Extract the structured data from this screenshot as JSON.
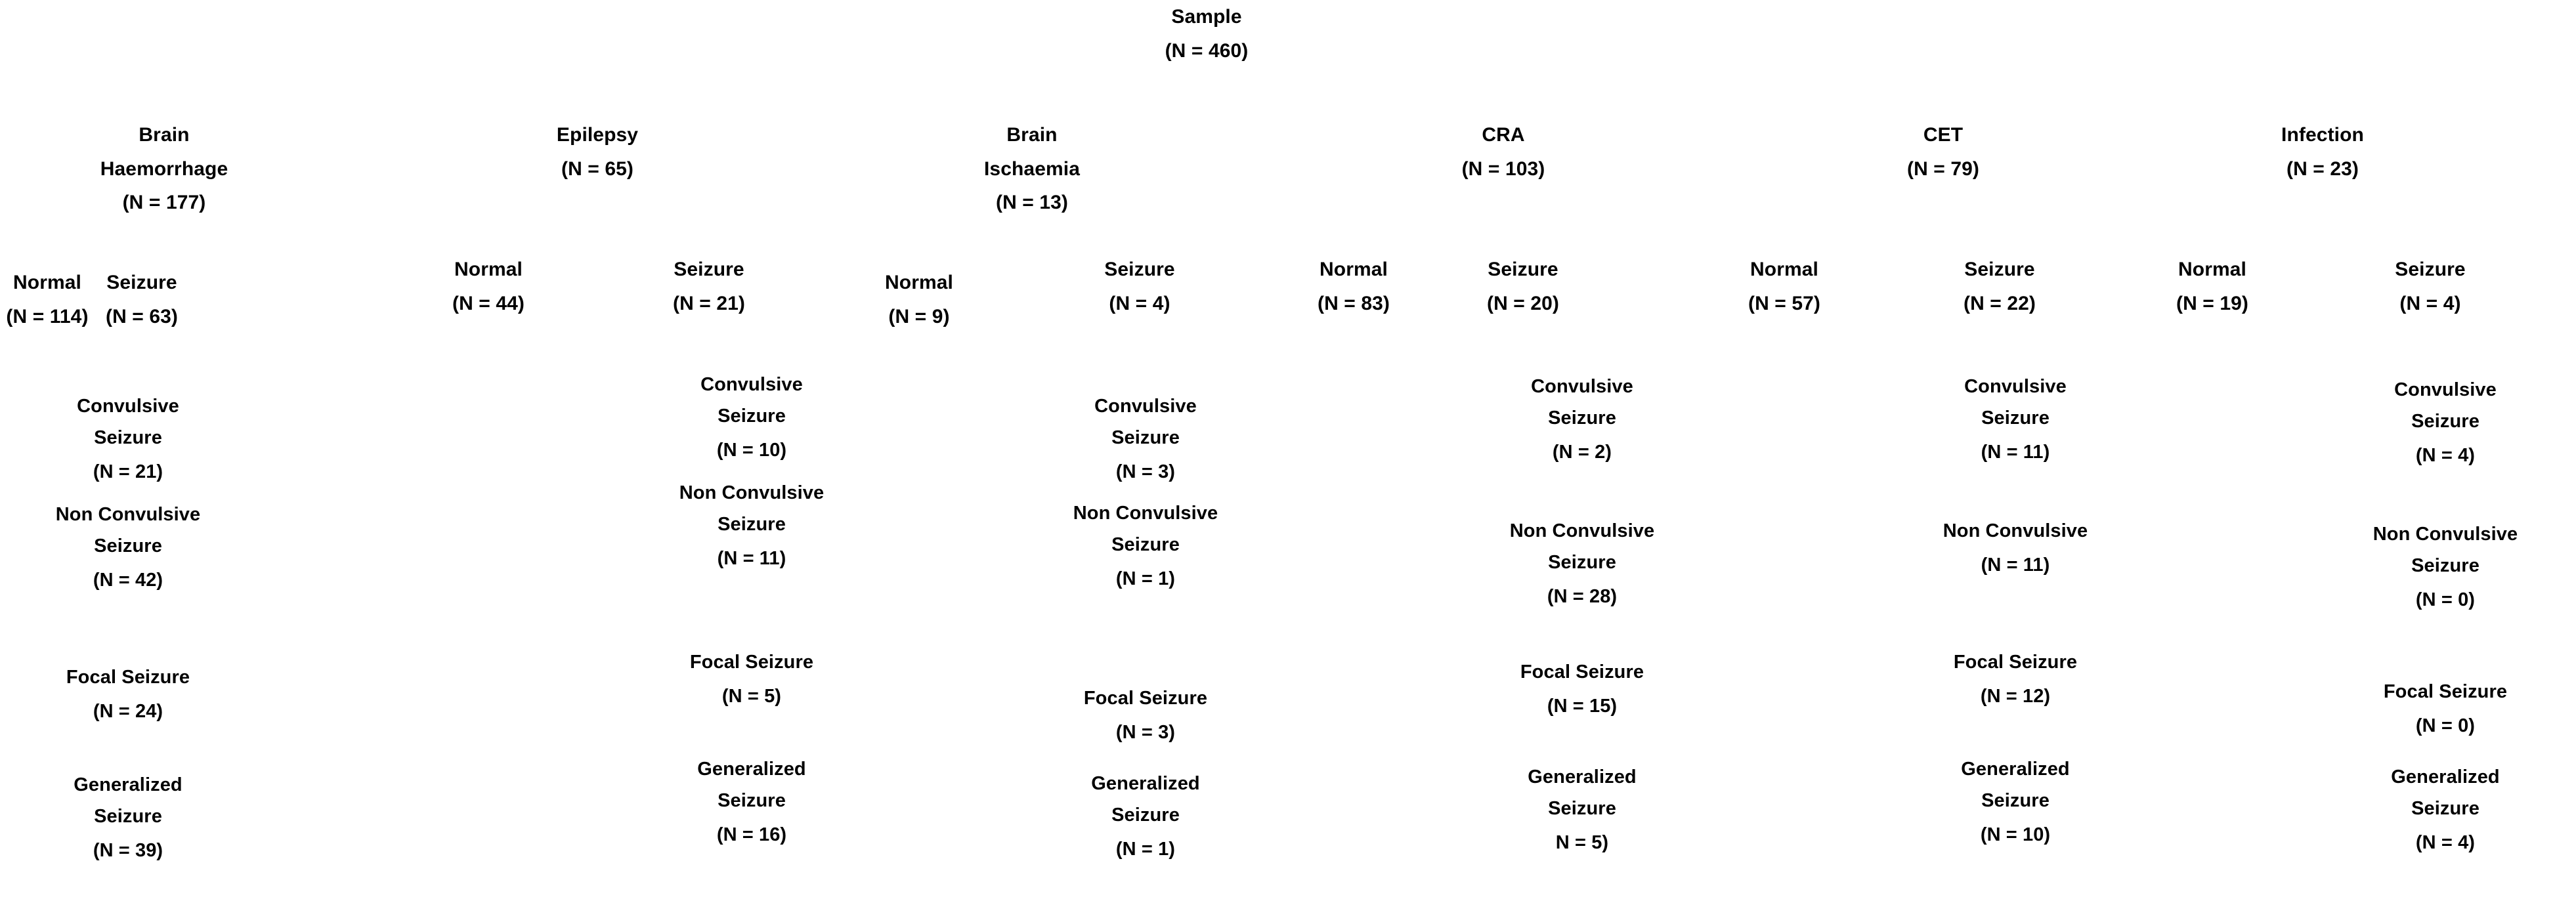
{
  "diagram": {
    "type": "hierarchy-flow-tree",
    "root": {
      "label": "Sample",
      "count": "(N = 460)"
    },
    "level_labels": {
      "normal": "Normal",
      "seizure": "Seizure",
      "convulsive_seizure_l1": "Convulsive",
      "convulsive_seizure_l2": "Seizure",
      "non_convulsive_l1": "Non Convulsive",
      "non_convulsive_l2": "Seizure",
      "focal_seizure": "Focal Seizure",
      "generalized_l1": "Generalized",
      "generalized_l2": "Seizure"
    },
    "groups": [
      {
        "id": "brain-haemorrhage",
        "title_line1": "Brain",
        "title_line2": "Haemorrhage",
        "count": "(N = 177)",
        "normal": {
          "label": "Normal",
          "count": "(N = 114)"
        },
        "seizure": {
          "label": "Seizure",
          "count": "(N = 63)"
        },
        "leaves": [
          {
            "id": "convulsive-seizure",
            "line1": "Convulsive",
            "line2": "Seizure",
            "count": "(N = 21)"
          },
          {
            "id": "non-convulsive-seizure",
            "line1": "Non Convulsive",
            "line2": "Seizure",
            "count": "(N = 42)"
          },
          {
            "id": "focal-seizure",
            "line1": "Focal Seizure",
            "line2": "",
            "count": "(N = 24)"
          },
          {
            "id": "generalized-seizure",
            "line1": "Generalized",
            "line2": "Seizure",
            "count": "(N = 39)"
          }
        ]
      },
      {
        "id": "epilepsy",
        "title_line1": "Epilepsy",
        "title_line2": "",
        "count": "(N = 65)",
        "normal": {
          "label": "Normal",
          "count": "(N = 44)"
        },
        "seizure": {
          "label": "Seizure",
          "count": "(N = 21)"
        },
        "leaves": [
          {
            "id": "convulsive-seizure",
            "line1": "Convulsive",
            "line2": "Seizure",
            "count": "(N = 10)"
          },
          {
            "id": "non-convulsive-seizure",
            "line1": "Non Convulsive",
            "line2": "Seizure",
            "count": "(N = 11)"
          },
          {
            "id": "focal-seizure",
            "line1": "Focal Seizure",
            "line2": "",
            "count": "(N = 5)"
          },
          {
            "id": "generalized-seizure",
            "line1": "Generalized",
            "line2": "Seizure",
            "count": "(N = 16)"
          }
        ]
      },
      {
        "id": "brain-ischaemia",
        "title_line1": "Brain",
        "title_line2": "Ischaemia",
        "count": "(N = 13)",
        "normal": {
          "label": "Normal",
          "count": "(N = 9)"
        },
        "seizure": {
          "label": "Seizure",
          "count": "(N = 4)"
        },
        "leaves": [
          {
            "id": "convulsive-seizure",
            "line1": "Convulsive",
            "line2": "Seizure",
            "count": "(N = 3)"
          },
          {
            "id": "non-convulsive-seizure",
            "line1": "Non Convulsive",
            "line2": "Seizure",
            "count": "(N = 1)"
          },
          {
            "id": "focal-seizure",
            "line1": "Focal Seizure",
            "line2": "",
            "count": "(N = 3)"
          },
          {
            "id": "generalized-seizure",
            "line1": "Generalized",
            "line2": "Seizure",
            "count": "(N = 1)"
          }
        ]
      },
      {
        "id": "cra",
        "title_line1": "CRA",
        "title_line2": "",
        "count": "(N = 103)",
        "normal": {
          "label": "Normal",
          "count": "(N = 83)"
        },
        "seizure": {
          "label": "Seizure",
          "count": "(N = 20)"
        },
        "leaves": [
          {
            "id": "convulsive-seizure",
            "line1": "Convulsive",
            "line2": "Seizure",
            "count": "(N = 2)"
          },
          {
            "id": "non-convulsive-seizure",
            "line1": "Non Convulsive",
            "line2": "Seizure",
            "count": "(N = 28)"
          },
          {
            "id": "focal-seizure",
            "line1": "Focal Seizure",
            "line2": "",
            "count": "(N = 15)"
          },
          {
            "id": "generalized-seizure",
            "line1": "Generalized",
            "line2": "Seizure",
            "count": "N = 5)"
          }
        ]
      },
      {
        "id": "cet",
        "title_line1": "CET",
        "title_line2": "",
        "count": "(N = 79)",
        "normal": {
          "label": "Normal",
          "count": "(N = 57)"
        },
        "seizure": {
          "label": "Seizure",
          "count": "(N = 22)"
        },
        "leaves": [
          {
            "id": "convulsive-seizure",
            "line1": "Convulsive",
            "line2": "Seizure",
            "count": "(N = 11)"
          },
          {
            "id": "non-convulsive-seizure",
            "line1": "Non Convulsive",
            "line2": "",
            "count": "(N = 11)"
          },
          {
            "id": "focal-seizure",
            "line1": "Focal Seizure",
            "line2": "",
            "count": "(N = 12)"
          },
          {
            "id": "generalized-seizure",
            "line1": "Generalized",
            "line2": "Seizure",
            "count": "(N = 10)"
          }
        ]
      },
      {
        "id": "infection",
        "title_line1": "Infection",
        "title_line2": "",
        "count": "(N = 23)",
        "normal": {
          "label": "Normal",
          "count": "(N = 19)"
        },
        "seizure": {
          "label": "Seizure",
          "count": "(N = 4)"
        },
        "leaves": [
          {
            "id": "convulsive-seizure",
            "line1": "Convulsive",
            "line2": "Seizure",
            "count": "(N = 4)"
          },
          {
            "id": "non-convulsive-seizure",
            "line1": "Non Convulsive",
            "line2": "Seizure",
            "count": "(N = 0)"
          },
          {
            "id": "focal-seizure",
            "line1": "Focal Seizure",
            "line2": "",
            "count": "(N = 0)"
          },
          {
            "id": "generalized-seizure",
            "line1": "Generalized",
            "line2": "Seizure",
            "count": "(N = 4)"
          }
        ]
      }
    ]
  }
}
